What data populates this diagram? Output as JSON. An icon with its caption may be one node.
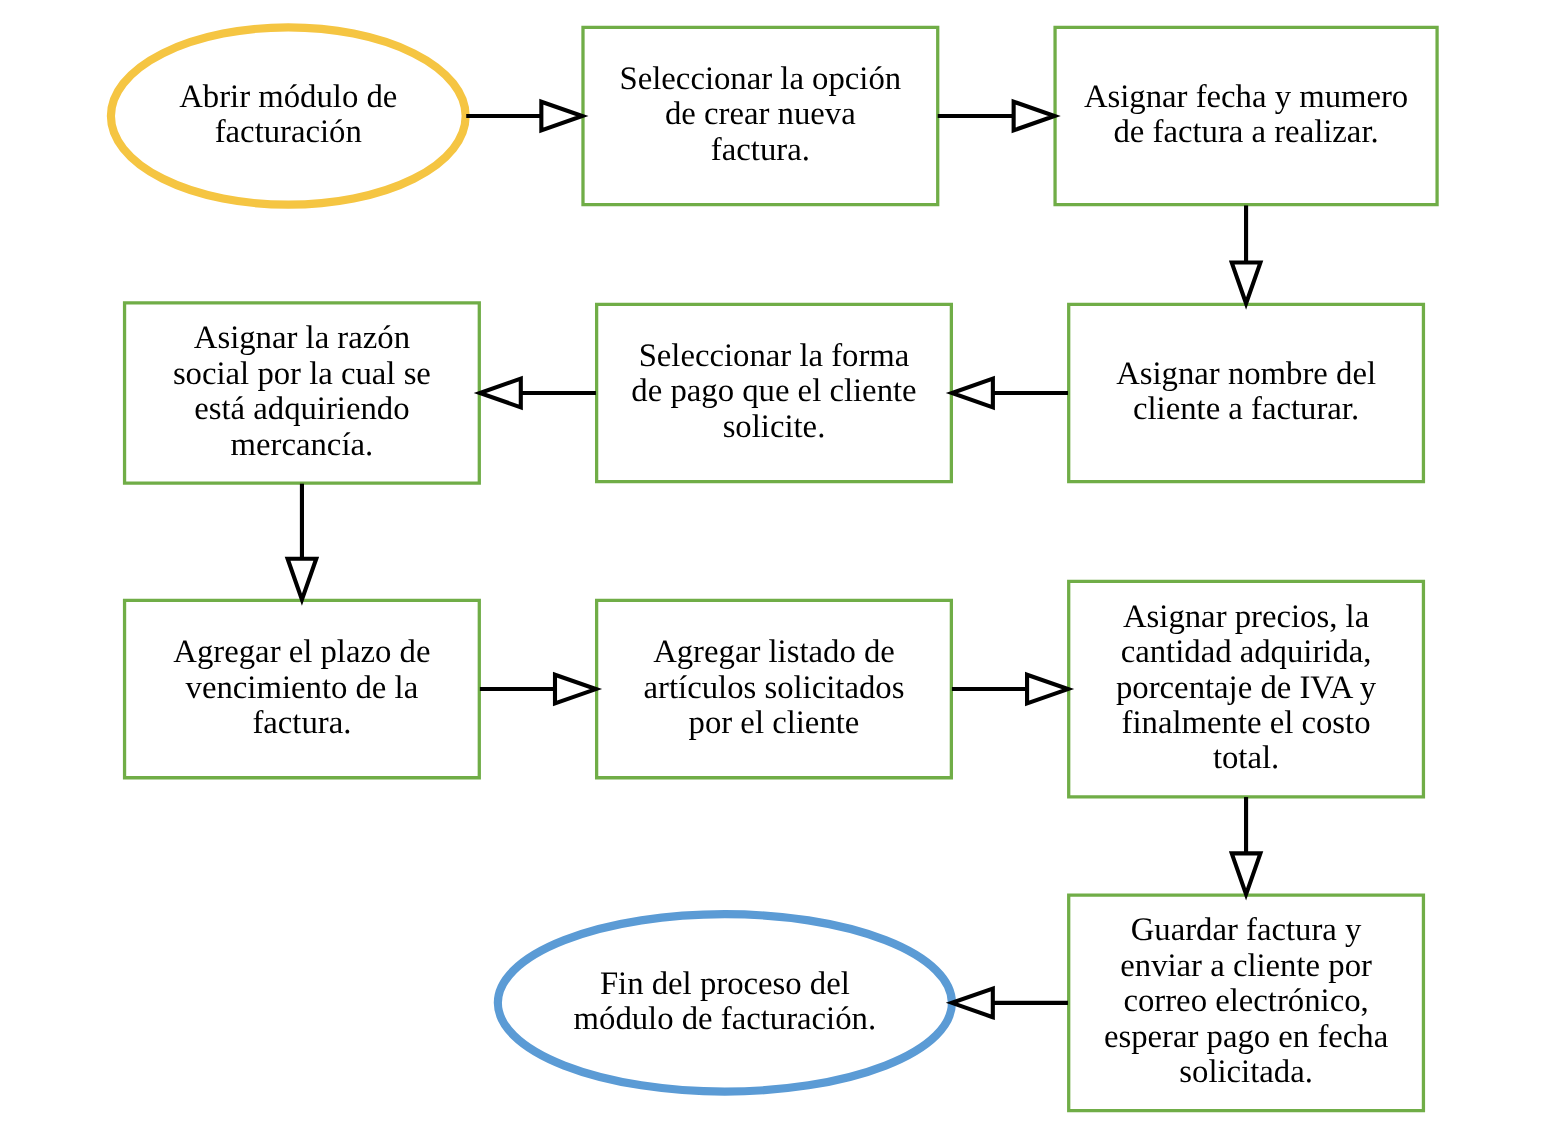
{
  "diagram": {
    "nodes": [
      {
        "text": [
          "Abrir módulo de facturación"
        ]
      },
      {
        "text": [
          "Seleccionar la opción de crear nueva factura."
        ]
      },
      {
        "text": [
          "Asignar fecha y mumero de factura a realizar."
        ]
      },
      {
        "text": [
          "Asignar nombre del cliente a facturar."
        ]
      },
      {
        "text": [
          "Seleccionar la forma de pago que el cliente solicite."
        ]
      },
      {
        "text": [
          "Asignar la razón social por la cual se está adquiriendo mercancía."
        ]
      },
      {
        "text": [
          "Agregar el plazo de vencimiento de la factura."
        ]
      },
      {
        "text": [
          "Agregar listado de artículos solicitados por el cliente"
        ]
      },
      {
        "text": [
          "Asignar precios, la cantidad adquirida, porcentaje de IVA y finalmente el costo total."
        ]
      },
      {
        "text": [
          "Guardar factura y enviar a cliente por correo electrónico, esperar pago en fecha solicitada."
        ]
      },
      {
        "text": [
          "Fin del proceso del módulo de facturación."
        ]
      }
    ],
    "edges": [
      {
        "from": 0,
        "to": 1,
        "arrow": "to"
      },
      {
        "from": 1,
        "to": 2,
        "arrow": "to"
      },
      {
        "from": 2,
        "to": 3,
        "arrow": "to"
      },
      {
        "from": 3,
        "to": 4,
        "arrow": "to"
      },
      {
        "from": 4,
        "to": 5,
        "arrow": "to"
      },
      {
        "from": 5,
        "to": 6,
        "arrow": "to"
      },
      {
        "from": 6,
        "to": 7,
        "arrow": "to"
      },
      {
        "from": 7,
        "to": 8,
        "arrow": "to"
      },
      {
        "from": 8,
        "to": 9,
        "arrow": "to"
      },
      {
        "from": 9,
        "to": 10,
        "arrow": "to"
      }
    ]
  }
}
